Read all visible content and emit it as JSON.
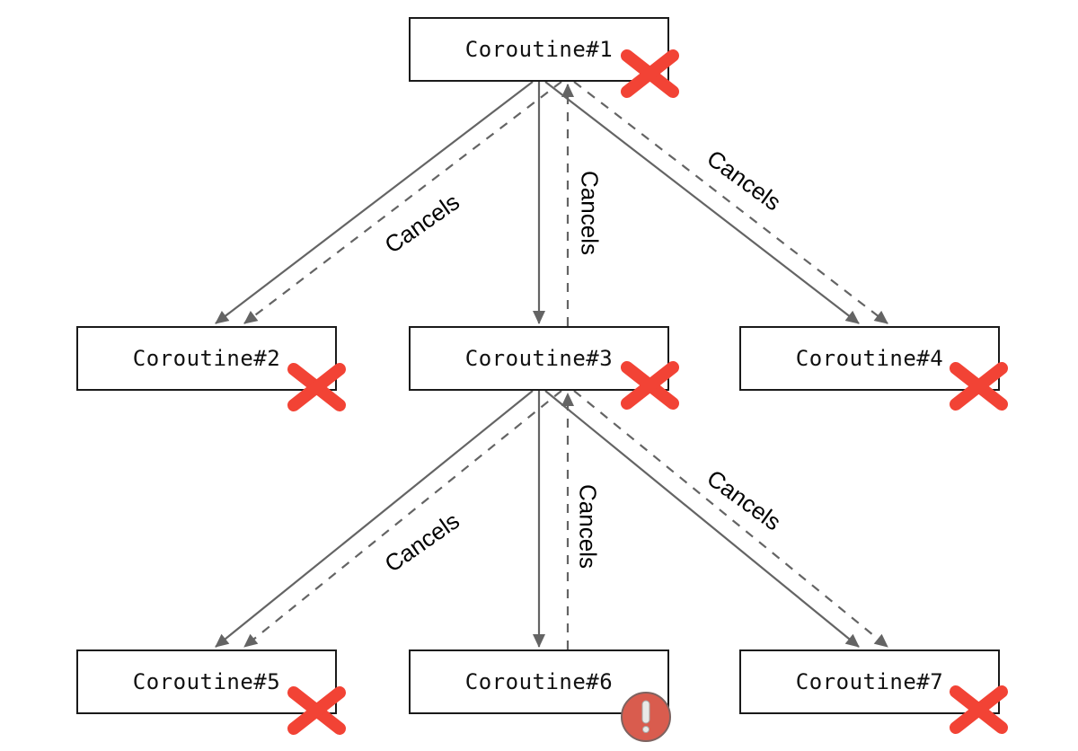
{
  "diagram": {
    "title": "coroutine-cancellation-hierarchy",
    "edge_label": "Cancels",
    "nodes": [
      {
        "id": "coroutine-1",
        "label": "Coroutine#1",
        "status_icon": "cancel-x-icon"
      },
      {
        "id": "coroutine-2",
        "label": "Coroutine#2",
        "status_icon": "cancel-x-icon"
      },
      {
        "id": "coroutine-3",
        "label": "Coroutine#3",
        "status_icon": "cancel-x-icon"
      },
      {
        "id": "coroutine-4",
        "label": "Coroutine#4",
        "status_icon": "cancel-x-icon"
      },
      {
        "id": "coroutine-5",
        "label": "Coroutine#5",
        "status_icon": "cancel-x-icon"
      },
      {
        "id": "coroutine-6",
        "label": "Coroutine#6",
        "status_icon": "error-exclamation-icon"
      },
      {
        "id": "coroutine-7",
        "label": "Coroutine#7",
        "status_icon": "cancel-x-icon"
      }
    ],
    "edges": [
      {
        "from": "coroutine-1",
        "to": "coroutine-2",
        "style": "solid",
        "meaning": "parent-child"
      },
      {
        "from": "coroutine-1",
        "to": "coroutine-2",
        "style": "dashed",
        "label": "Cancels"
      },
      {
        "from": "coroutine-1",
        "to": "coroutine-3",
        "style": "solid",
        "meaning": "parent-child"
      },
      {
        "from": "coroutine-3",
        "to": "coroutine-1",
        "style": "dashed",
        "label": "Cancels"
      },
      {
        "from": "coroutine-1",
        "to": "coroutine-4",
        "style": "solid",
        "meaning": "parent-child"
      },
      {
        "from": "coroutine-1",
        "to": "coroutine-4",
        "style": "dashed",
        "label": "Cancels"
      },
      {
        "from": "coroutine-3",
        "to": "coroutine-5",
        "style": "solid",
        "meaning": "parent-child"
      },
      {
        "from": "coroutine-3",
        "to": "coroutine-5",
        "style": "dashed",
        "label": "Cancels"
      },
      {
        "from": "coroutine-3",
        "to": "coroutine-6",
        "style": "solid",
        "meaning": "parent-child"
      },
      {
        "from": "coroutine-6",
        "to": "coroutine-3",
        "style": "dashed",
        "label": "Cancels"
      },
      {
        "from": "coroutine-3",
        "to": "coroutine-7",
        "style": "solid",
        "meaning": "parent-child"
      },
      {
        "from": "coroutine-3",
        "to": "coroutine-7",
        "style": "dashed",
        "label": "Cancels"
      }
    ]
  },
  "colors": {
    "background": "#ffffff",
    "box_border": "#1a1a1a",
    "line_gray": "#646464",
    "cancel_x_red": "#f24335",
    "error_circle_fill": "#d95c4e",
    "error_circle_border": "#7d6360",
    "error_glyph": "#e9e9e7"
  }
}
